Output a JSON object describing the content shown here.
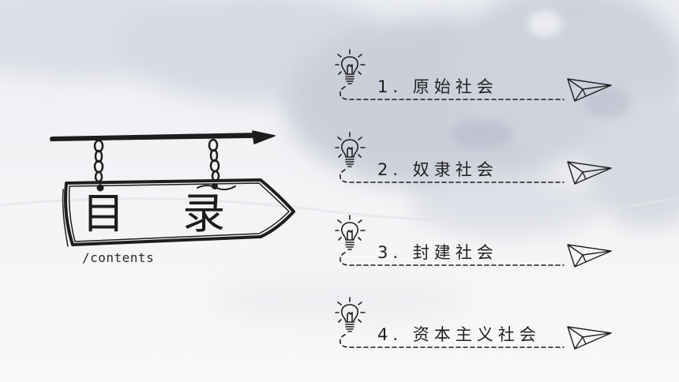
{
  "title": {
    "main": "目 录",
    "sub": "/contents"
  },
  "toc": {
    "items": [
      {
        "label": "1. 原始社会"
      },
      {
        "label": "2. 奴隶社会"
      },
      {
        "label": "3. 封建社会"
      },
      {
        "label": "4. 资本主义社会"
      }
    ]
  },
  "colors": {
    "ink": "#1f1f1f",
    "wash": "#c7ccd8",
    "paper": "#f7f7f5"
  }
}
